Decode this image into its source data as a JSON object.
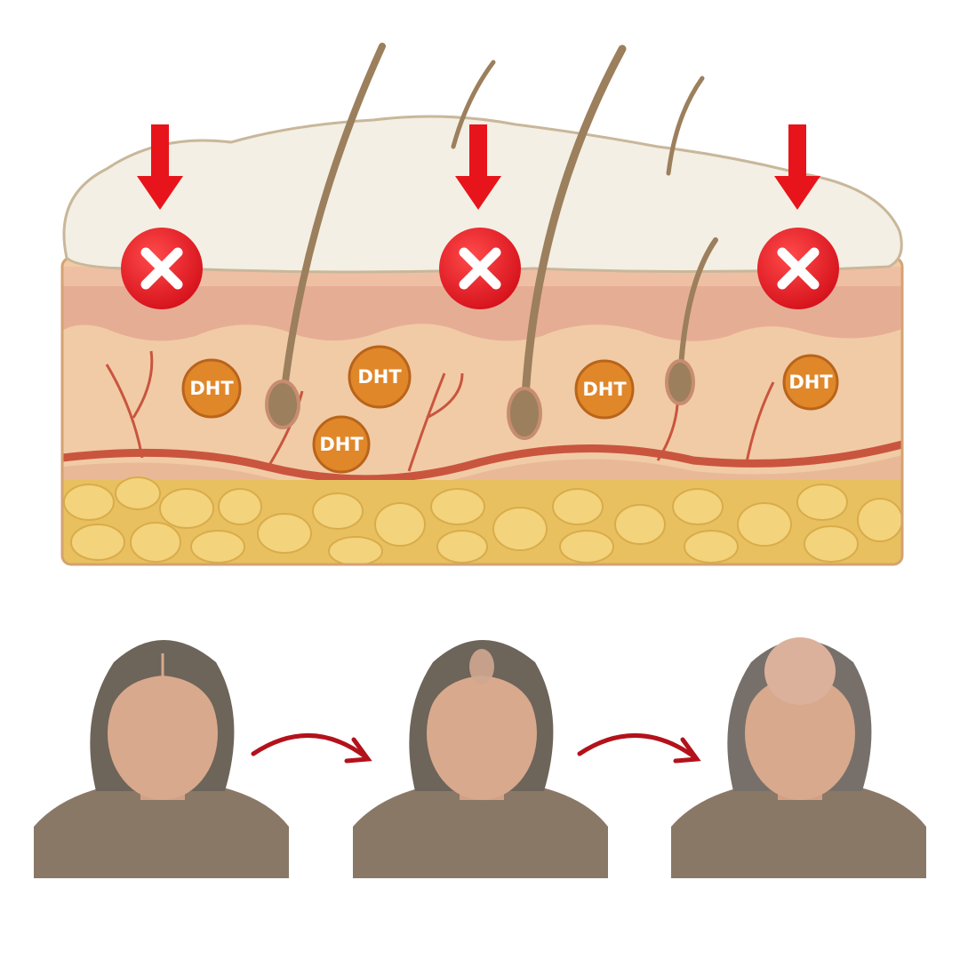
{
  "skin_diagram": {
    "dht_labels": [
      "DHT",
      "DHT",
      "DHT",
      "DHT",
      "DHT"
    ],
    "blocked_markers": 3,
    "colors": {
      "sebum": "#f3efe4",
      "epidermis": "#e9b49a",
      "dermis": "#f1cba6",
      "fat": "#efcd6e",
      "vessel": "#c9553f",
      "arrow": "#e8141b",
      "dht": "#e0872a",
      "hair": "#9c7f5c"
    }
  },
  "progression": {
    "stages": 3,
    "colors": {
      "arrow": "#b3121b",
      "sweater": "#8a7867",
      "hair": "#6d645a",
      "skin": "#d8a98c"
    }
  }
}
